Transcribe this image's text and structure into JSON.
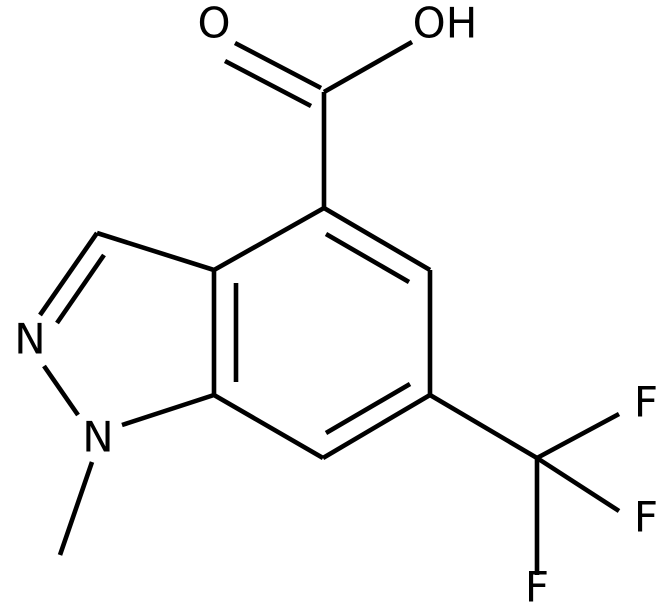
{
  "labels": {
    "carbonyl_oxygen": "O",
    "hydroxyl": "OH",
    "nitrogen_2": "N",
    "nitrogen_1": "N",
    "fluorine_1": "F",
    "fluorine_2": "F",
    "fluorine_3": "F"
  },
  "colors": {
    "bond": "#000000",
    "text": "#000000",
    "background": "#ffffff"
  }
}
